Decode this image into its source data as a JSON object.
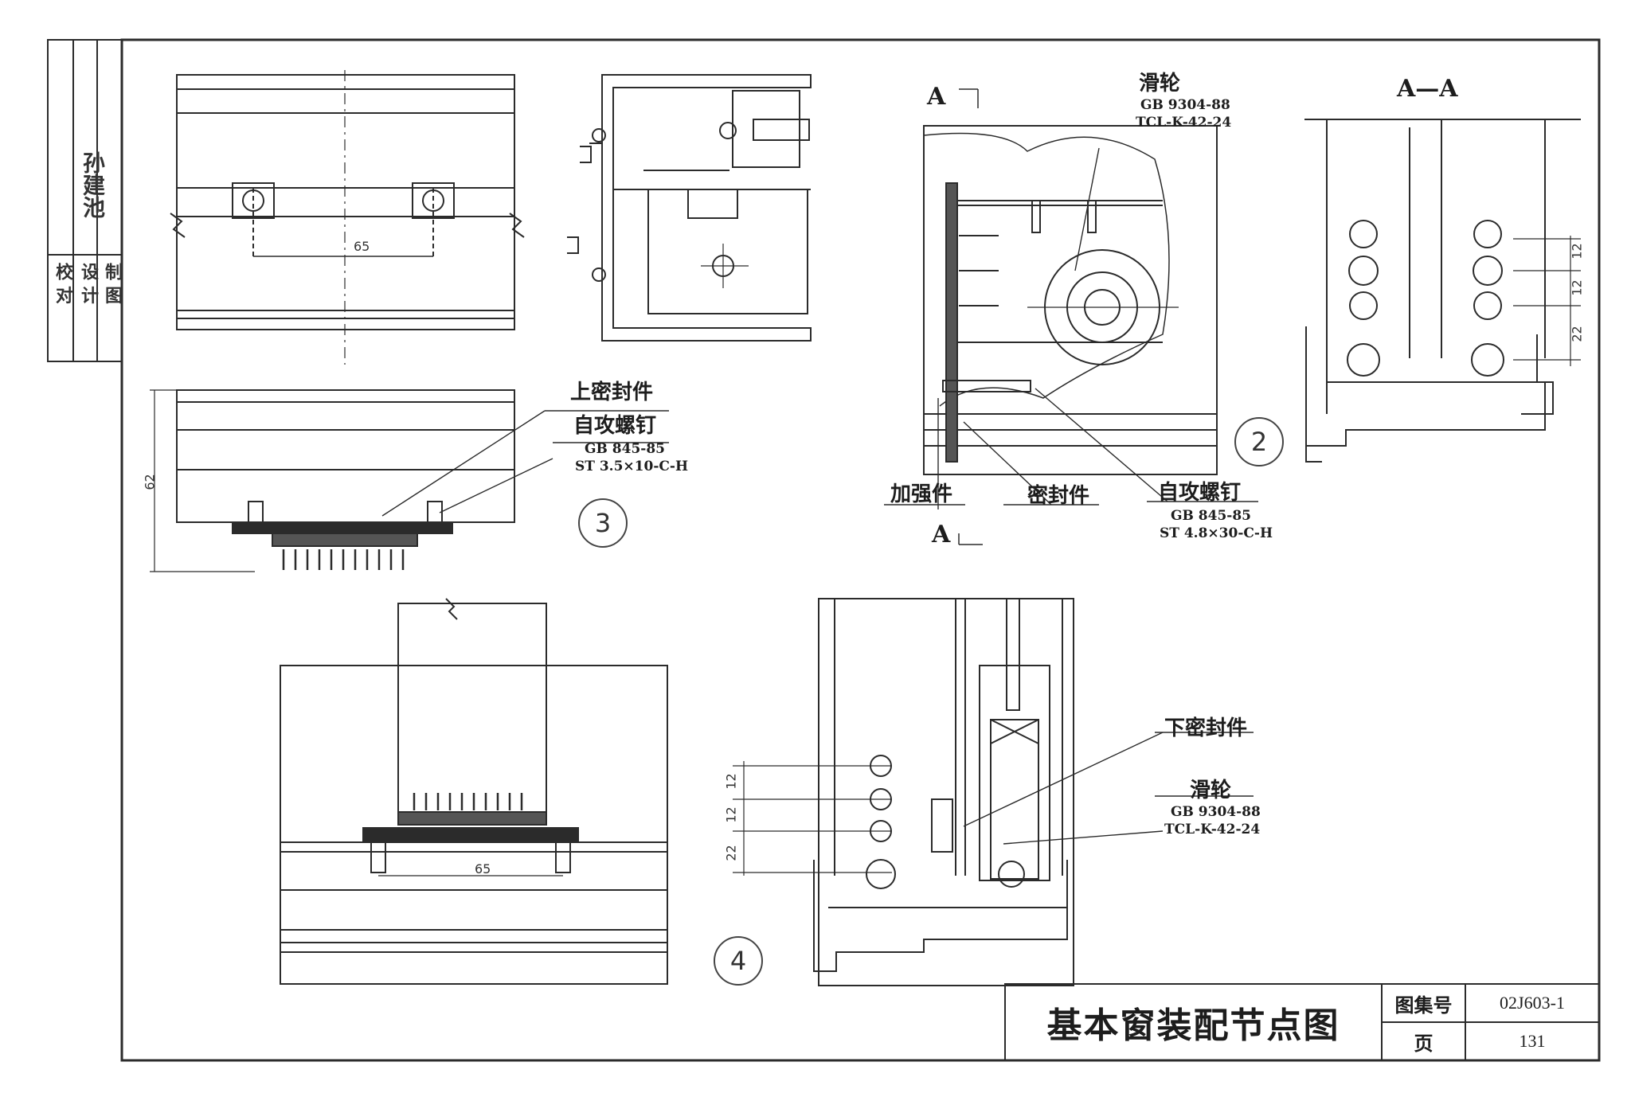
{
  "title_block": {
    "title": "基本窗装配节点图",
    "atlas_no_label": "图集号",
    "atlas_no": "02J603-1",
    "page_label": "页",
    "page": "131"
  },
  "side_strip": {
    "check_label": "校 对",
    "design_label": "设 计",
    "draw_label": "制 图",
    "signature": "孙建池"
  },
  "detail_marks": [
    "2",
    "3",
    "4"
  ],
  "section": {
    "cut_label": "A",
    "view_label": "A—A"
  },
  "callouts": {
    "upper_seal": "上密封件",
    "self_tap_screw": "自攻螺钉",
    "screw_std_3": "GB 845-85",
    "screw_spec_3": "ST 3.5×10-C-H",
    "pulley": "滑轮",
    "pulley_std": "GB 9304-88",
    "pulley_spec": "TCL-K-42-24",
    "reinforcement": "加强件",
    "seal": "密封件",
    "screw_std_2": "GB 845-85",
    "screw_spec_2": "ST 4.8×30-C-H",
    "lower_seal": "下密封件",
    "pulley_2": "滑轮",
    "pulley_std_2": "GB 9304-88",
    "pulley_spec_2": "TCL-K-42-24"
  },
  "dimensions": {
    "spacing_65": "65",
    "height_62": "62",
    "gap_12": "12",
    "gap_22": "22"
  }
}
